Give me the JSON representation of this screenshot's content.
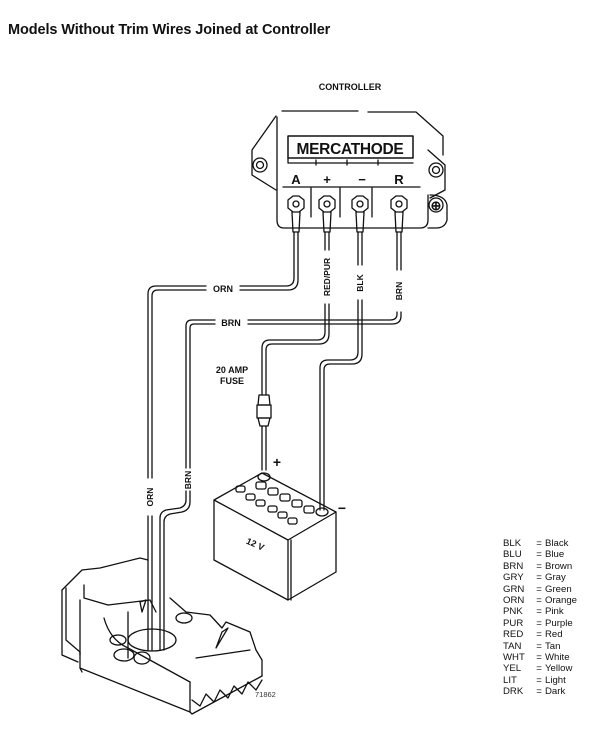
{
  "title": "Models Without Trim Wires Joined at Controller",
  "controller": {
    "label": "CONTROLLER",
    "brand": "MERCATHODE",
    "terminals": [
      "A",
      "+",
      "−",
      "R"
    ],
    "ground_symbol": "⊕"
  },
  "wires": {
    "orn_horizontal": "ORN",
    "brn_horizontal": "BRN",
    "red_pur": "RED/PUR",
    "blk": "BLK",
    "brn_vertical": "BRN",
    "orn_vertical": "ORN",
    "brn_lower": "BRN"
  },
  "fuse": {
    "line1": "20 AMP",
    "line2": "FUSE"
  },
  "battery": {
    "voltage": "12 V",
    "positive": "+",
    "negative": "−"
  },
  "legend": [
    {
      "code": "BLK",
      "meaning": "Black"
    },
    {
      "code": "BLU",
      "meaning": "Blue"
    },
    {
      "code": "BRN",
      "meaning": "Brown"
    },
    {
      "code": "GRY",
      "meaning": "Gray"
    },
    {
      "code": "GRN",
      "meaning": "Green"
    },
    {
      "code": "ORN",
      "meaning": "Orange"
    },
    {
      "code": "PNK",
      "meaning": "Pink"
    },
    {
      "code": "PUR",
      "meaning": "Purple"
    },
    {
      "code": "RED",
      "meaning": "Red"
    },
    {
      "code": "TAN",
      "meaning": "Tan"
    },
    {
      "code": "WHT",
      "meaning": "White"
    },
    {
      "code": "YEL",
      "meaning": "Yellow"
    },
    {
      "code": "LIT",
      "meaning": "Light"
    },
    {
      "code": "DRK",
      "meaning": "Dark"
    }
  ],
  "legend_separator": "=",
  "figure_number": "71862"
}
